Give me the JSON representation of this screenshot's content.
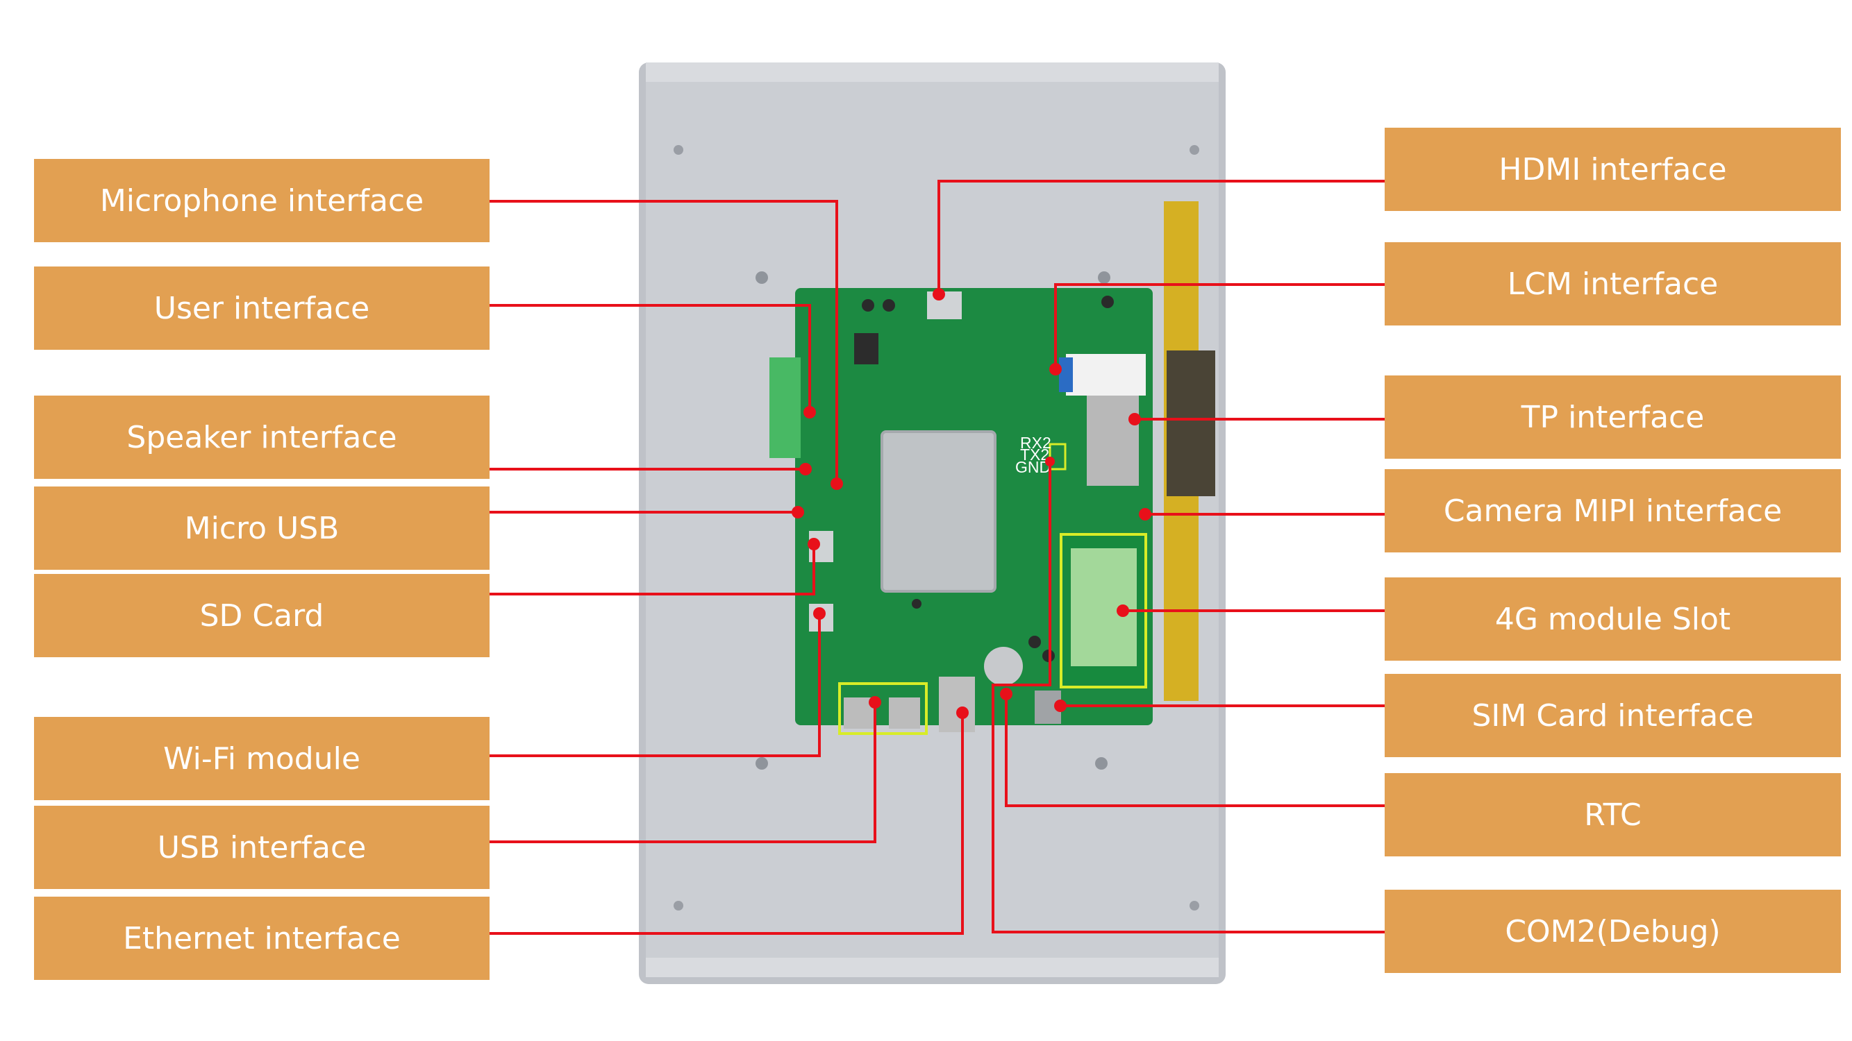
{
  "labels_left": [
    {
      "id": "microphone",
      "text": "Microphone interface"
    },
    {
      "id": "user",
      "text": "User interface"
    },
    {
      "id": "speaker",
      "text": "Speaker interface"
    },
    {
      "id": "micro-usb",
      "text": "Micro USB"
    },
    {
      "id": "sd-card",
      "text": "SD Card"
    },
    {
      "id": "wifi",
      "text": "Wi-Fi module"
    },
    {
      "id": "usb",
      "text": "USB interface"
    },
    {
      "id": "ethernet",
      "text": "Ethernet interface"
    }
  ],
  "labels_right": [
    {
      "id": "hdmi",
      "text": "HDMI interface"
    },
    {
      "id": "lcm",
      "text": "LCM interface"
    },
    {
      "id": "tp",
      "text": "TP interface"
    },
    {
      "id": "camera",
      "text": "Camera MIPI interface"
    },
    {
      "id": "4g",
      "text": "4G module Slot"
    },
    {
      "id": "sim",
      "text": "SIM Card interface"
    },
    {
      "id": "rtc",
      "text": "RTC"
    },
    {
      "id": "com2",
      "text": "COM2(Debug)"
    }
  ],
  "pcb_silkscreen": {
    "rx": "RX2",
    "tx": "TX2",
    "gnd": "GND"
  },
  "colors": {
    "label_bg": "#e2a052",
    "label_text": "#ffffff",
    "leader_line": "#e8101a",
    "pcb": "#1c8a42",
    "case": "#c9ccd1",
    "highlight": "#d8ec28",
    "tape": "#d8b000"
  }
}
